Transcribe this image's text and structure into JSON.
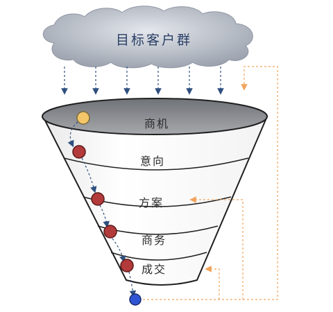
{
  "cloud": {
    "label": "目标客户群"
  },
  "stages": [
    {
      "label": "商机"
    },
    {
      "label": "意向"
    },
    {
      "label": "方案"
    },
    {
      "label": "商务"
    },
    {
      "label": "成交"
    }
  ],
  "colors": {
    "cloud_fill": "#b9bfc9",
    "funnel_top": "#8e9095",
    "funnel_body": "#ffffff",
    "funnel_stroke": "#1f1f1f",
    "arrow_blue": "#2f4f7f",
    "arrow_orange": "#f2a35c",
    "dot_yellow": "#f4c66a",
    "dot_red": "#b23a3a",
    "dot_blue": "#2f55d4"
  }
}
